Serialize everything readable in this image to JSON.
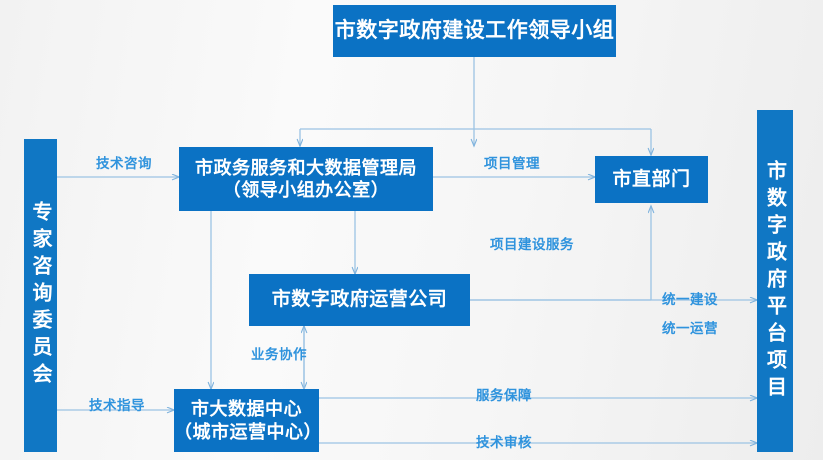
{
  "diagram": {
    "title_box": {
      "label": "市数字政府建设工作领导小组"
    },
    "left_bar": {
      "label": "专家咨询委员会"
    },
    "right_bar": {
      "label": "市数字政府平台项目"
    },
    "nodes": [
      {
        "id": "bureau",
        "line1": "市政务服务和大数据管理局",
        "line2": "（领导小组办公室）"
      },
      {
        "id": "departments",
        "line1": "市直部门"
      },
      {
        "id": "operating_company",
        "line1": "市数字政府运营公司"
      },
      {
        "id": "big_data_center",
        "line1": "市大数据中心",
        "line2": "（城市运营中心）"
      }
    ],
    "edge_labels": {
      "tech_consulting": "技术咨询",
      "project_management": "项目管理",
      "project_construction_service": "项目建设服务",
      "business_collaboration": "业务协作",
      "tech_guidance": "技术指导",
      "service_guarantee": "服务保障",
      "tech_review": "技术审核",
      "unified_construction": "统一建设",
      "unified_operation": "统一运营"
    },
    "colors": {
      "box_fill": "#0b72c4",
      "bar_fill": "#1077c4",
      "connector": "#8cb9e0",
      "label_text": "#2f93dd",
      "background": "#f2f2f2"
    }
  }
}
